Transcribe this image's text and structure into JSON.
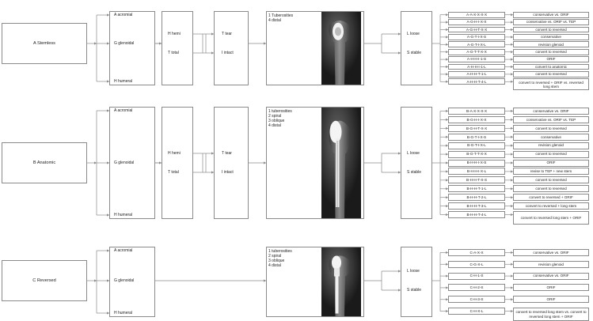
{
  "groups": [
    {
      "main": "A Stemless",
      "sites": [
        "A acromial",
        "G glenoidal",
        "H humeral"
      ],
      "types": [
        "H hemi",
        "T total"
      ],
      "cuff": [
        "T tear",
        "I intact"
      ],
      "fracture": [
        "1 Tuberosities",
        "4 distal"
      ],
      "stability": [
        "L loose",
        "S stable"
      ],
      "codes": [
        "A-A-X-X-X-X",
        "A-G-H-I-X-X",
        "A-G-H-T-X-X",
        "A-G-T-I-X-S",
        "A-G-T-I-X-L",
        "A-G-T-T-X-X",
        "A-H-H-I-1-S",
        "A-H-H-I-1-L",
        "A-H-H-T-1-L",
        "A-H-H-T-4-L"
      ],
      "treatments": [
        "conservative vs. ORIF",
        "conservative vs. ORIF vs. TEP",
        "convert to reversed",
        "conservative",
        "revision glenoid",
        "convert to reversed",
        "ORIF",
        "convert to anatomic",
        "convert to reversed",
        "convert to reversed + ORIF vs. reversed long stem"
      ]
    },
    {
      "main": "B Anatomic",
      "sites": [
        "A acromial",
        "G glenoidal",
        "H humeral"
      ],
      "types": [
        "H hemi",
        "T total"
      ],
      "cuff": [
        "T tear",
        "I intact"
      ],
      "fracture": [
        "1 tuberosities",
        "2 spiral",
        "3 oblique",
        "4 distal"
      ],
      "stability": [
        "L loose",
        "S stable"
      ],
      "codes": [
        "B-A-X-X-X-X",
        "B-G-H-I-X-X",
        "B-G-H-T-X-X",
        "B-G-T-I-X-S",
        "B-G-T-I-X-L",
        "B-G-T-T-X-X",
        "B-H-H-I-X-S",
        "B-H-H-I-X-L",
        "B-H-H-T-X-S",
        "B-H-H-T-1-L",
        "B-H-H-T-2-L",
        "B-H-H-T-3-L",
        "B-H-H-T-4-L"
      ],
      "treatments": [
        "conservative vs. ORIF",
        "conservative vs. ORIF vs. TEP",
        "convert to reversed",
        "conservative",
        "revision glenoid",
        "convert to reversed",
        "ORIF",
        "revise to TEP + new stem",
        "convert to reversed",
        "convert to reversed",
        "convert to reversed + ORIF",
        "convert to reversed + long stem",
        "convert to reversed long stem + ORIF"
      ]
    },
    {
      "main": "C Reversed",
      "sites": [
        "A acromial",
        "G glenoidal",
        "H humeral"
      ],
      "fracture": [
        "1 tuberosities",
        "2 spiral",
        "3 oblique",
        "4 distal"
      ],
      "stability": [
        "L loose",
        "S stable"
      ],
      "codes": [
        "C-A-X-X",
        "C-G-X-L",
        "C-H-1-S",
        "C-H-2-S",
        "C-H-3-S",
        "C-H-X-L"
      ],
      "treatments": [
        "conservative vs. ORIF",
        "revision glenoid",
        "conservative vs. ORIF",
        "ORIF",
        "ORIF",
        "convert to reversed long stem vs. convert to reversed long stem + ORIF"
      ]
    }
  ],
  "colors": {
    "border": "#8a8a8a",
    "line": "#8a8a8a",
    "xray_bg": "#0d0d0d"
  }
}
